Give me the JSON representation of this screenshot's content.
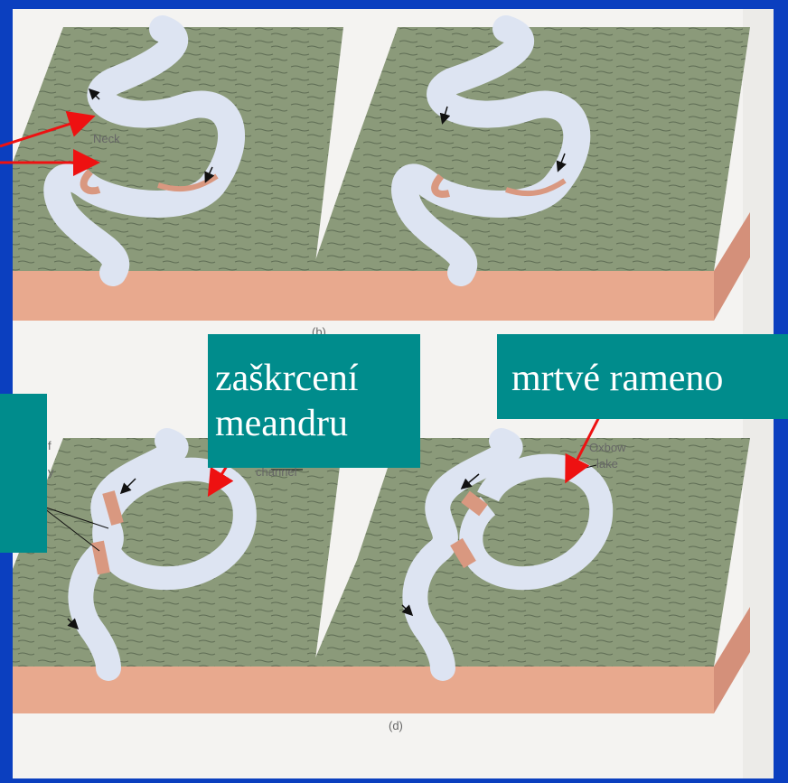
{
  "labels": {
    "cutoff_line1": "zaškrcení",
    "cutoff_line2": "meandru",
    "oxbow": "mrtvé rameno"
  },
  "figure_text": {
    "neck": "Neck",
    "channel": "channel",
    "oxbow_1": "Oxbow",
    "oxbow_2": "lake",
    "left_cut_1": "f",
    "left_cut_2": "y",
    "panel_b": "(b)",
    "panel_d": "(d)"
  },
  "colors": {
    "background": "#0b3fbf",
    "page": "#f4f3f1",
    "land_top": "#8b9a7a",
    "land_side": "#e8a98e",
    "river": "#dde4f2",
    "point_bar": "#d99880",
    "label_box": "#008c8c",
    "arrow": "#ee1111"
  }
}
